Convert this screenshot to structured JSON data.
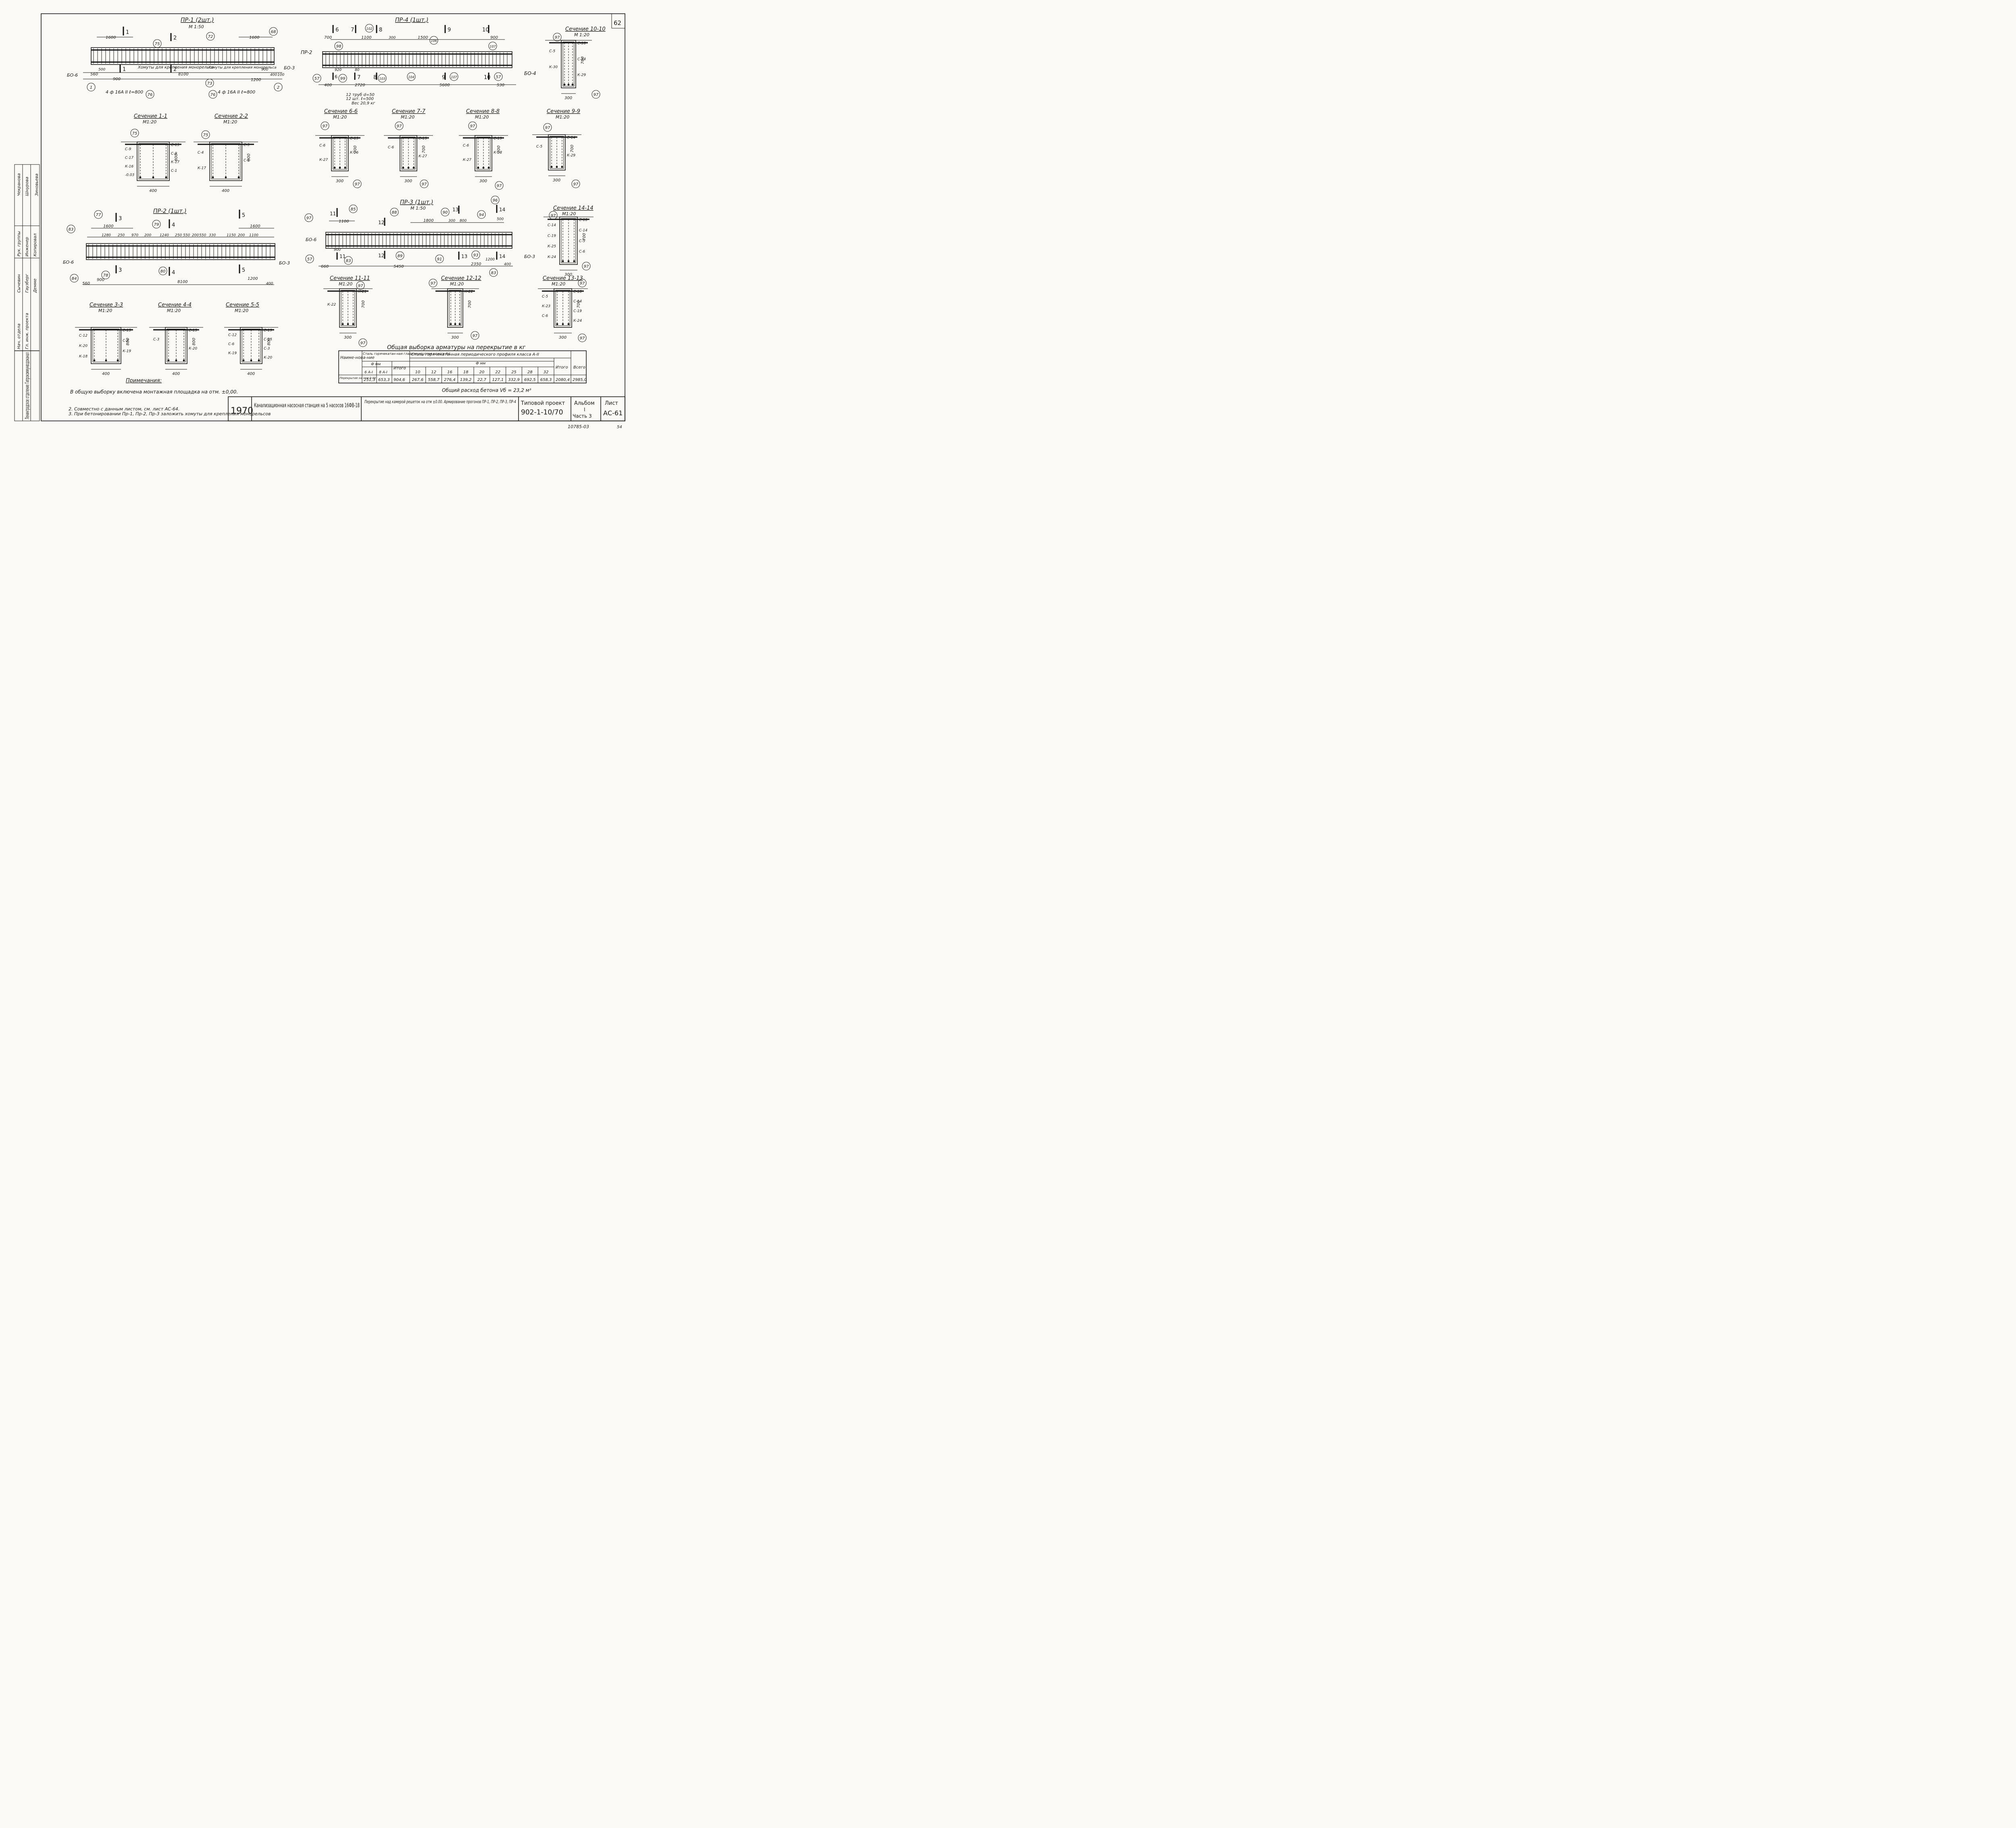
{
  "sheet_number": "62",
  "sheet_code_bottom": "10785-03",
  "corner_number": "54",
  "beams": {
    "pr1": {
      "title": "ПР-1 (2шт.)",
      "scale": "М 1:50",
      "dims": [
        "1600",
        "1600",
        "560",
        "900",
        "8100",
        "1200",
        "500",
        "900",
        "400",
        "100",
        "500"
      ],
      "cuts": [
        "1",
        "2",
        "1",
        "2"
      ],
      "notes": [
        "Хомуты для крепления монорельса",
        "Хомуты для крепления монорельса"
      ],
      "tags": [
        "БО-6",
        "БО-3"
      ],
      "bars": [
        "4 ф 16А II  ℓ=800",
        "4 ф 16А II  ℓ=800"
      ],
      "marks": [
        "75",
        "72",
        "68",
        "73",
        "76",
        "76",
        "1",
        "2"
      ]
    },
    "pr4": {
      "title": "ПР-4 (1шт.)",
      "cuts": [
        "6",
        "7",
        "8",
        "9",
        "10",
        "6",
        "7",
        "8",
        "9",
        "10"
      ],
      "dims": [
        "700",
        "1100",
        "300",
        "1500",
        "900",
        "920",
        "80",
        "400",
        "2720",
        "5600",
        "530"
      ],
      "tags": [
        "ПР-2",
        "БО-4"
      ],
      "marks": [
        "102",
        "106",
        "98",
        "107",
        "99",
        "103",
        "104",
        "107",
        "57",
        "57"
      ],
      "pipe_note": [
        "12 труб d=50",
        "12 шт. ℓ=500",
        "Вес 20,9 кг"
      ]
    },
    "pr2": {
      "title": "ПР-2 (1шт.)",
      "cuts": [
        "3",
        "4",
        "5",
        "3",
        "4",
        "5"
      ],
      "dims": [
        "1600",
        "1600",
        "1280",
        "250",
        "970",
        "200",
        "1240",
        "250",
        "550",
        "200",
        "550",
        "330",
        "1150",
        "200",
        "1100",
        "560",
        "900",
        "8100",
        "1200",
        "400"
      ],
      "tags": [
        "БО-6",
        "БО-3"
      ],
      "marks": [
        "77",
        "79",
        "83",
        "84",
        "78",
        "80"
      ]
    },
    "pr3": {
      "title": "ПР-3 (1шт.)",
      "scale": "М 1:50",
      "cuts": [
        "11",
        "12",
        "13",
        "14",
        "11",
        "12",
        "13",
        "14"
      ],
      "dims": [
        "1100",
        "1800",
        "300",
        "800",
        "500",
        "900",
        "660",
        "5450",
        "2350",
        "1200",
        "400"
      ],
      "tags": [
        "БО-6",
        "БО-3"
      ],
      "marks": [
        "85",
        "88",
        "90",
        "94",
        "96",
        "97",
        "57",
        "83",
        "89",
        "91",
        "93",
        "83"
      ]
    }
  },
  "sections": {
    "s10": {
      "title": "Сечение 10-10",
      "scale": "М 1:20",
      "labels": [
        "С-18",
        "С-5",
        "С-14",
        "К-30",
        "К-29"
      ],
      "dims": [
        "700",
        "300"
      ],
      "marks": [
        "97",
        "97"
      ]
    },
    "s1": {
      "title": "Сечение 1-1",
      "scale": "М1:20",
      "labels": [
        "С-13",
        "С-9",
        "С-9",
        "С-17",
        "К-17",
        "К-16",
        "С-1",
        "-0.03"
      ],
      "dims": [
        "800",
        "400"
      ],
      "marks": [
        "75"
      ]
    },
    "s2": {
      "title": "Сечение 2-2",
      "scale": "М1:20",
      "labels": [
        "С-9",
        "С-4",
        "С-1",
        "К-17"
      ],
      "dims": [
        "800",
        "400"
      ],
      "marks": [
        "75"
      ]
    },
    "s6": {
      "title": "Сечение 6-6",
      "scale": "М1:20",
      "labels": [
        "С-19",
        "С-6",
        "К-26",
        "К-27"
      ],
      "dims": [
        "700",
        "300"
      ],
      "marks": [
        "97",
        "97"
      ]
    },
    "s7": {
      "title": "Сечение 7-7",
      "scale": "М1:20",
      "labels": [
        "С-19",
        "С-6",
        "К-27"
      ],
      "dims": [
        "700",
        "300"
      ],
      "marks": [
        "97",
        "97"
      ]
    },
    "s8": {
      "title": "Сечение 8-8",
      "scale": "М1:20",
      "labels": [
        "С-19",
        "С-6",
        "К-28",
        "К-27"
      ],
      "dims": [
        "700",
        "300"
      ],
      "marks": [
        "97",
        "97"
      ]
    },
    "s9": {
      "title": "Сечение 9-9",
      "scale": "М1:20",
      "labels": [
        "С-14",
        "С-5",
        "К-29"
      ],
      "dims": [
        "700",
        "300"
      ],
      "marks": [
        "97",
        "97"
      ]
    },
    "s14": {
      "title": "Сечение 14-14",
      "scale": "М1:20",
      "labels": [
        "С-18",
        "С-14",
        "С-14",
        "С-19",
        "С-5",
        "К-25",
        "С-6",
        "К-24"
      ],
      "dims": [
        "700",
        "300"
      ],
      "marks": [
        "97",
        "97"
      ]
    },
    "s3": {
      "title": "Сечение 3-3",
      "scale": "М1:20",
      "labels": [
        "С-15",
        "С-12",
        "С-2",
        "К-20",
        "К-19",
        "К-18"
      ],
      "dims": [
        "800",
        "400"
      ]
    },
    "s4": {
      "title": "Сечение 4-4",
      "scale": "М1:20",
      "labels": [
        "С-15",
        "С-3",
        "К-20"
      ],
      "dims": [
        "800",
        "400"
      ]
    },
    "s5": {
      "title": "Сечение 5-5",
      "scale": "М1:20",
      "labels": [
        "С-19",
        "С-12",
        "С-15",
        "С-6",
        "С-3",
        "К-19",
        "К-20"
      ],
      "dims": [
        "800",
        "400"
      ]
    },
    "s11": {
      "title": "Сечение 11-11",
      "scale": "М1:20",
      "labels": [
        "К-21",
        "К-22"
      ],
      "dims": [
        "700",
        "300"
      ],
      "marks": [
        "97",
        "97"
      ]
    },
    "s12": {
      "title": "Сечение 12-12",
      "scale": "М1:20",
      "labels": [
        "К-22"
      ],
      "dims": [
        "700",
        "300"
      ],
      "marks": [
        "97",
        "97"
      ]
    },
    "s13": {
      "title": "Сечение 13-13",
      "scale": "М1:20",
      "labels": [
        "С-18",
        "С-5",
        "С-14",
        "К-23",
        "С-19",
        "С-6",
        "К-24"
      ],
      "dims": [
        "700",
        "300"
      ],
      "marks": [
        "97",
        "97"
      ]
    }
  },
  "table": {
    "title": "Общая выборка арматуры на перекрытие в кг",
    "head_name": "Наиме-нова-ние",
    "group1": "Сталь горячекатан-ная гладкая круглая класса А-I",
    "group2": "Сталь горячекатанная периодического профиля класса А-II",
    "phi": "Ф мм",
    "total": "Итого",
    "grand": "Всего",
    "cols1": [
      "6 А-I",
      "8 А-I"
    ],
    "cols2": [
      "10",
      "12",
      "16",
      "18",
      "20",
      "22",
      "25",
      "28",
      "32"
    ],
    "row_name": "Перекрытие на отм 0.00",
    "row1": [
      "251,3",
      "653,3",
      "904,6"
    ],
    "row2": [
      "267,6",
      "558,7",
      "276,4",
      "139,2",
      "22,7",
      "127,1",
      "332,9",
      "692,5",
      "658,3",
      "2080,4"
    ],
    "row_total": "2985,0",
    "concrete": "Общий расход бетона  Vб = 23,2 м³"
  },
  "notes": {
    "title": "Примечания:",
    "items": [
      "В общую выборку включена монтажная площадка на отм. ±0,00.",
      "2. Совместно с данным листом, см. лист АС-64.",
      "3. При бетонировании Пр-1, Пр-2, Пр-3 заложить хомуты для крепления монорельсов"
    ]
  },
  "stamp": {
    "year": "1970",
    "project": "Канализационная насосная станция на 5 насосов 16ФВ-18",
    "sheet_title": "Перекрытие над камерой решеток на отм ±0.00. Армирование прогонов ПР-1, ПР-2, ПР-3, ПР-4",
    "typical_label": "Типовой проект",
    "typical_no": "902-1-10/70",
    "album_label": "Альбом",
    "album_no": "I",
    "part": "Часть 3",
    "sheet_label": "Лист",
    "sheet_no": "АС-61",
    "org": "Ленинградское отделение Гипрокоммунводоканал",
    "roles": [
      "Нач. отдела",
      "Гл. инж. проекта",
      "Рук. группы",
      "Инженер"
    ],
    "people": [
      "Сычевин",
      "Гаузберг",
      "Демме",
      "Копировал"
    ],
    "people2": [
      "Чекранова",
      "Шнурова",
      "Зиновьева"
    ]
  }
}
